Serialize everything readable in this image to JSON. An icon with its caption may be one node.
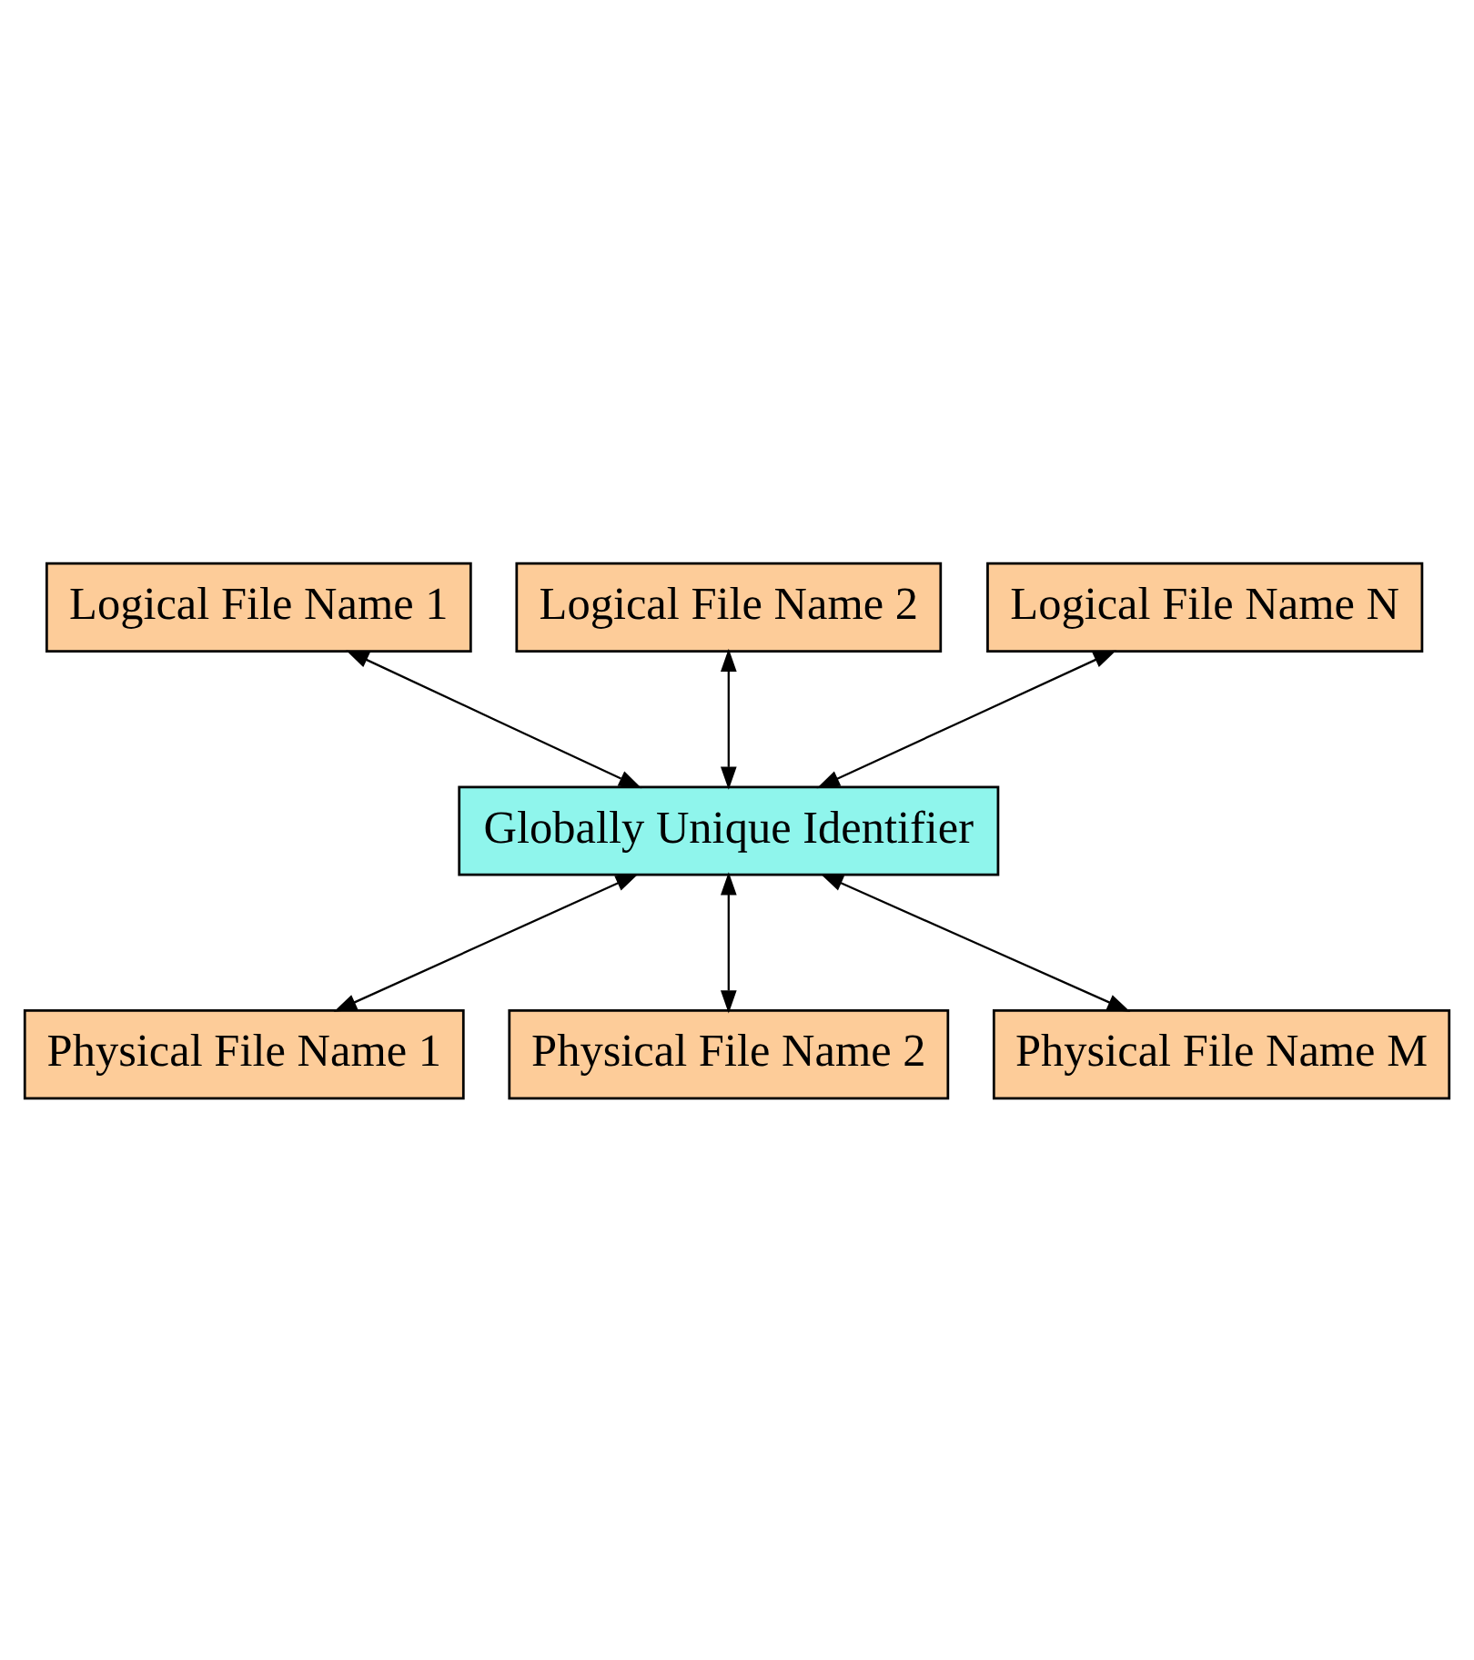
{
  "diagram": {
    "nodes": [
      {
        "text": [
          "Logical File Name 1"
        ]
      },
      {
        "text": [
          "Logical File Name 2"
        ]
      },
      {
        "text": [
          "Logical File Name N"
        ]
      },
      {
        "text": [
          "Globally Unique Identifier"
        ]
      },
      {
        "text": [
          "Physical File Name 1"
        ]
      },
      {
        "text": [
          "Physical File Name 2"
        ]
      },
      {
        "text": [
          "Physical File Name M"
        ]
      }
    ],
    "edges": [
      {
        "from": 0,
        "to": 3,
        "arrow": "both"
      },
      {
        "from": 1,
        "to": 3,
        "arrow": "both"
      },
      {
        "from": 2,
        "to": 3,
        "arrow": "both"
      },
      {
        "from": 3,
        "to": 4,
        "arrow": "both"
      },
      {
        "from": 3,
        "to": 5,
        "arrow": "both"
      },
      {
        "from": 3,
        "to": 6,
        "arrow": "both"
      }
    ]
  }
}
